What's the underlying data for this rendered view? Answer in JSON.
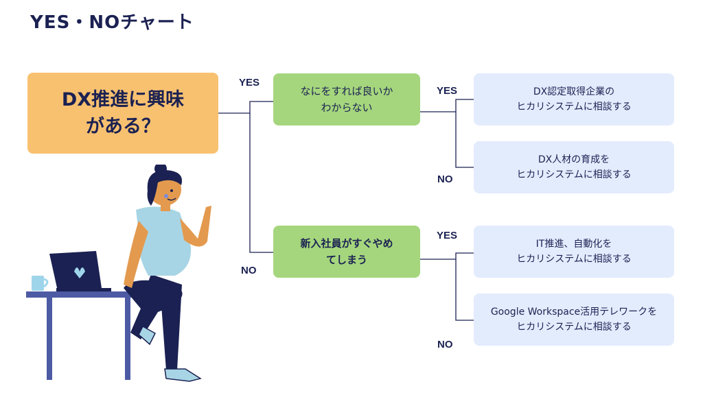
{
  "title": "YES・NOチャート",
  "question": "DX推進に興味\nがある？",
  "labels": {
    "yes": "YES",
    "no": "NO"
  },
  "branches": [
    {
      "question": "なにをすれば良いか\nわからない",
      "bold": false,
      "results": [
        "DX認定取得企業の\nヒカリシステムに相談する",
        "DX人材の育成を\nヒカリシステムに相談する"
      ]
    },
    {
      "question": "新入社員がすぐやめ\nてしまう",
      "bold": true,
      "results": [
        "IT推進、自動化を\nヒカリシステムに相談する",
        "Google Workspace活用テレワークを\nヒカリシステムに相談する"
      ]
    }
  ],
  "colors": {
    "navy": "#1b2152",
    "question_box": "#f8c170",
    "branch_box": "#a5d67d",
    "result_box": "#e3ecfd"
  }
}
